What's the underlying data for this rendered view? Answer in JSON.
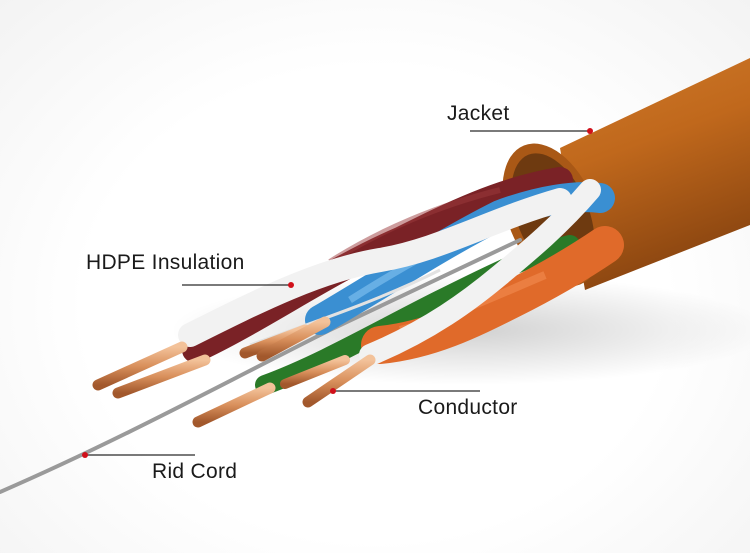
{
  "labels": {
    "jacket": "Jacket",
    "insulation": "HDPE Insulation",
    "conductor": "Conductor",
    "rip_cord": "Rid Cord"
  },
  "colors": {
    "jacket": "#c0681c",
    "wire_brown": "#7a2226",
    "wire_blue": "#3a8fd2",
    "wire_green": "#2a7a28",
    "wire_orange": "#e06a2a",
    "wire_white": "#f2f2f2",
    "copper": "#d9905c",
    "rip_cord": "#9a9a9a",
    "marker": "#d0101a"
  }
}
